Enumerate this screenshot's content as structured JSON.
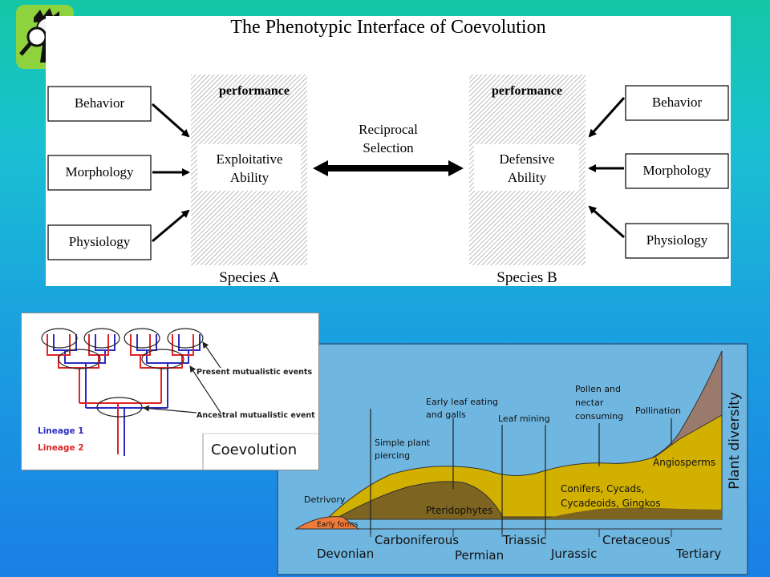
{
  "top_diagram": {
    "title": "The Phenotypic Interface of Coevolution",
    "left_inputs": [
      "Behavior",
      "Morphology",
      "Physiology"
    ],
    "right_inputs": [
      "Behavior",
      "Morphology",
      "Physiology"
    ],
    "performance_label": "performance",
    "left_ability": [
      "Exploitative",
      "Ability"
    ],
    "right_ability": [
      "Defensive",
      "Ability"
    ],
    "center_label": [
      "Reciprocal",
      "Selection"
    ],
    "species_a": "Species A",
    "species_b": "Species B"
  },
  "mutualism_diagram": {
    "present_events": "Present mutualistic events",
    "ancestral_event": "Ancestral mutualistic event",
    "lineage1": "Lineage 1",
    "lineage2": "Lineage 2",
    "caption": "Coevolution",
    "lineage1_color": "#2b2bc4",
    "lineage2_color": "#e02424"
  },
  "plant_diagram": {
    "y_label": "Plant diversity",
    "event_labels": {
      "simple_piercing": [
        "Simple plant",
        "piercing"
      ],
      "early_leaf": [
        "Early leaf eating",
        "and galls"
      ],
      "leaf_mining": "Leaf mining",
      "pollen_nectar": [
        "Pollen and",
        "nectar",
        "consuming"
      ],
      "pollination": "Pollination",
      "detrivory": "Detrivory"
    },
    "groups": {
      "early_forms": "Early forms",
      "pteridophytes": "Pteridophytes",
      "conifers": [
        "Conifers, Cycads,",
        "Cycadeoids, Gingkos"
      ],
      "angiosperms": "Angiosperms"
    },
    "periods": {
      "devonian": "Devonian",
      "carboniferous": "Carboniferous",
      "permian": "Permian",
      "triassic": "Triassic",
      "jurassic": "Jurassic",
      "cretaceous": "Cretaceous",
      "tertiary": "Tertiary"
    },
    "colors": {
      "background": "#6fb6e1",
      "pteridophytes": "#7d6420",
      "conifers": "#d2b000",
      "angiosperms": "#9a7a6c",
      "early_forms": "#f07a3a"
    }
  }
}
